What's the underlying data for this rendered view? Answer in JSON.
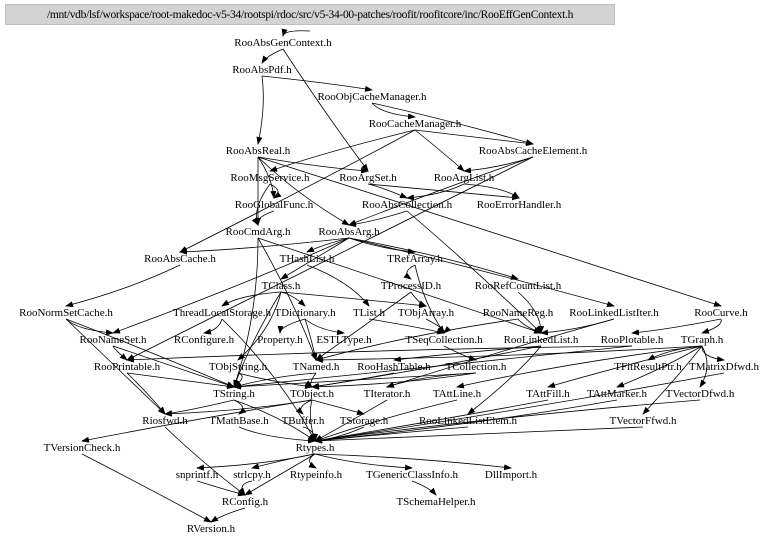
{
  "graph": {
    "root": "/mnt/vdb/lsf/workspace/root-makedoc-v5-34/rootspi/rdoc/src/v5-34-00-patches/roofit/roofitcore/inc/RooEffGenContext.h",
    "nodes": [
      "RooAbsGenContext.h",
      "RooAbsPdf.h",
      "RooObjCacheManager.h",
      "RooCacheManager.h",
      "RooAbsReal.h",
      "RooAbsCacheElement.h",
      "RooMsgService.h",
      "RooArgSet.h",
      "RooArgList.h",
      "RooGlobalFunc.h",
      "RooAbsCollection.h",
      "RooErrorHandler.h",
      "RooCmdArg.h",
      "RooAbsArg.h",
      "RooAbsCache.h",
      "THashList.h",
      "TRefArray.h",
      "TClass.h",
      "TProcessID.h",
      "RooRefCountList.h",
      "RooNormSetCache.h",
      "ThreadLocalStorage.h",
      "TDictionary.h",
      "TList.h",
      "TObjArray.h",
      "RooNameReg.h",
      "RooLinkedListIter.h",
      "RooCurve.h",
      "RooNameSet.h",
      "RConfigure.h",
      "Property.h",
      "ESTLType.h",
      "TSeqCollection.h",
      "RooLinkedList.h",
      "RooPlotable.h",
      "TGraph.h",
      "RooPrintable.h",
      "TObjString.h",
      "TNamed.h",
      "RooHashTable.h",
      "TCollection.h",
      "TFitResultPtr.h",
      "TMatrixDfwd.h",
      "TString.h",
      "TObject.h",
      "TIterator.h",
      "TAttLine.h",
      "TAttFill.h",
      "TAttMarker.h",
      "TVectorDfwd.h",
      "Riosfwd.h",
      "TMathBase.h",
      "TBuffer.h",
      "TStorage.h",
      "RooLinkedListElem.h",
      "TVectorFfwd.h",
      "TVersionCheck.h",
      "Rtypes.h",
      "snprintf.h",
      "strlcpy.h",
      "Rtypeinfo.h",
      "TGenericClassInfo.h",
      "DllImport.h",
      "RConfig.h",
      "TSchemaHelper.h",
      "RVersion.h"
    ],
    "edges": [
      [
        "ROOT",
        "RooAbsGenContext.h"
      ],
      [
        "RooAbsGenContext.h",
        "RooAbsPdf.h"
      ],
      [
        "RooAbsGenContext.h",
        "RooArgSet.h"
      ],
      [
        "RooAbsPdf.h",
        "RooAbsReal.h"
      ],
      [
        "RooAbsPdf.h",
        "RooObjCacheManager.h"
      ],
      [
        "RooObjCacheManager.h",
        "RooCacheManager.h"
      ],
      [
        "RooObjCacheManager.h",
        "RooAbsCacheElement.h"
      ],
      [
        "RooCacheManager.h",
        "RooAbsCacheElement.h"
      ],
      [
        "RooCacheManager.h",
        "RooArgList.h"
      ],
      [
        "RooCacheManager.h",
        "RooAbsCache.h"
      ],
      [
        "RooCacheManager.h",
        "RooMsgService.h"
      ],
      [
        "RooAbsReal.h",
        "RooAbsArg.h"
      ],
      [
        "RooAbsReal.h",
        "RooCmdArg.h"
      ],
      [
        "RooAbsReal.h",
        "RooGlobalFunc.h"
      ],
      [
        "RooAbsReal.h",
        "RooArgSet.h"
      ],
      [
        "RooAbsReal.h",
        "RooCurve.h"
      ],
      [
        "RooAbsCacheElement.h",
        "RooAbsArg.h"
      ],
      [
        "RooAbsCacheElement.h",
        "RooArgList.h"
      ],
      [
        "RooAbsCacheElement.h",
        "RooPrintable.h"
      ],
      [
        "RooMsgService.h",
        "RooGlobalFunc.h"
      ],
      [
        "RooMsgService.h",
        "RooCmdArg.h"
      ],
      [
        "RooArgSet.h",
        "RooAbsCollection.h"
      ],
      [
        "RooArgSet.h",
        "RooErrorHandler.h"
      ],
      [
        "RooArgList.h",
        "RooAbsCollection.h"
      ],
      [
        "RooArgList.h",
        "RooErrorHandler.h"
      ],
      [
        "RooGlobalFunc.h",
        "RooCmdArg.h"
      ],
      [
        "RooAbsCollection.h",
        "RooAbsArg.h"
      ],
      [
        "RooAbsCollection.h",
        "RooLinkedList.h"
      ],
      [
        "RooCmdArg.h",
        "TNamed.h"
      ],
      [
        "RooCmdArg.h",
        "TString.h"
      ],
      [
        "RooCmdArg.h",
        "RooLinkedList.h"
      ],
      [
        "RooAbsArg.h",
        "THashList.h"
      ],
      [
        "RooAbsArg.h",
        "TRefArray.h"
      ],
      [
        "RooAbsArg.h",
        "RooRefCountList.h"
      ],
      [
        "RooAbsArg.h",
        "RooNameSet.h"
      ],
      [
        "RooAbsArg.h",
        "RooAbsCache.h"
      ],
      [
        "RooAbsArg.h",
        "RooLinkedListIter.h"
      ],
      [
        "RooAbsArg.h",
        "TClass.h"
      ],
      [
        "RooAbsCache.h",
        "RooNormSetCache.h"
      ],
      [
        "THashList.h",
        "TList.h"
      ],
      [
        "TRefArray.h",
        "TProcessID.h"
      ],
      [
        "TRefArray.h",
        "TSeqCollection.h"
      ],
      [
        "TClass.h",
        "TDictionary.h"
      ],
      [
        "TClass.h",
        "TObjArray.h"
      ],
      [
        "TClass.h",
        "TObjString.h"
      ],
      [
        "TClass.h",
        "ThreadLocalStorage.h"
      ],
      [
        "TClass.h",
        "TString.h"
      ],
      [
        "TProcessID.h",
        "TObjArray.h"
      ],
      [
        "TProcessID.h",
        "TNamed.h"
      ],
      [
        "RooRefCountList.h",
        "RooLinkedList.h"
      ],
      [
        "RooNormSetCache.h",
        "RooNameSet.h"
      ],
      [
        "RooNormSetCache.h",
        "TString.h"
      ],
      [
        "RooNormSetCache.h",
        "Riosfwd.h"
      ],
      [
        "ThreadLocalStorage.h",
        "RConfigure.h"
      ],
      [
        "ThreadLocalStorage.h",
        "Rtypes.h"
      ],
      [
        "TDictionary.h",
        "Property.h"
      ],
      [
        "TDictionary.h",
        "ESTLType.h"
      ],
      [
        "TDictionary.h",
        "TNamed.h"
      ],
      [
        "TList.h",
        "TSeqCollection.h"
      ],
      [
        "TObjArray.h",
        "TSeqCollection.h"
      ],
      [
        "RooNameReg.h",
        "TNamed.h"
      ],
      [
        "RooNameReg.h",
        "RooLinkedList.h"
      ],
      [
        "RooLinkedListIter.h",
        "RooLinkedList.h"
      ],
      [
        "RooLinkedListIter.h",
        "TIterator.h"
      ],
      [
        "RooCurve.h",
        "TGraph.h"
      ],
      [
        "RooCurve.h",
        "RooPlotable.h"
      ],
      [
        "RooNameSet.h",
        "RooPrintable.h"
      ],
      [
        "RooNameSet.h",
        "TString.h"
      ],
      [
        "TSeqCollection.h",
        "TCollection.h"
      ],
      [
        "RooLinkedList.h",
        "RooLinkedListElem.h"
      ],
      [
        "RooLinkedList.h",
        "RooHashTable.h"
      ],
      [
        "RooLinkedList.h",
        "TObject.h"
      ],
      [
        "RooPlotable.h",
        "RooPrintable.h"
      ],
      [
        "RooPlotable.h",
        "TString.h"
      ],
      [
        "TGraph.h",
        "TNamed.h"
      ],
      [
        "TGraph.h",
        "TAttLine.h"
      ],
      [
        "TGraph.h",
        "TAttFill.h"
      ],
      [
        "TGraph.h",
        "TAttMarker.h"
      ],
      [
        "TGraph.h",
        "TVectorFfwd.h"
      ],
      [
        "TGraph.h",
        "TVectorDfwd.h"
      ],
      [
        "TGraph.h",
        "TMatrixDfwd.h"
      ],
      [
        "TGraph.h",
        "TFitResultPtr.h"
      ],
      [
        "RooPrintable.h",
        "TString.h"
      ],
      [
        "RooPrintable.h",
        "Riosfwd.h"
      ],
      [
        "TObjString.h",
        "TString.h"
      ],
      [
        "TObjString.h",
        "TObject.h"
      ],
      [
        "TNamed.h",
        "TObject.h"
      ],
      [
        "TNamed.h",
        "TString.h"
      ],
      [
        "RooHashTable.h",
        "TObject.h"
      ],
      [
        "TCollection.h",
        "TObject.h"
      ],
      [
        "TCollection.h",
        "TIterator.h"
      ],
      [
        "TCollection.h",
        "TString.h"
      ],
      [
        "TMatrixDfwd.h",
        "Rtypes.h"
      ],
      [
        "TString.h",
        "Rtypes.h"
      ],
      [
        "TString.h",
        "TMathBase.h"
      ],
      [
        "TString.h",
        "Riosfwd.h"
      ],
      [
        "TObject.h",
        "Rtypes.h"
      ],
      [
        "TObject.h",
        "TStorage.h"
      ],
      [
        "TObject.h",
        "Riosfwd.h"
      ],
      [
        "TObject.h",
        "TVersionCheck.h"
      ],
      [
        "TObject.h",
        "TBuffer.h"
      ],
      [
        "TIterator.h",
        "Rtypes.h"
      ],
      [
        "TAttLine.h",
        "Rtypes.h"
      ],
      [
        "TAttFill.h",
        "Rtypes.h"
      ],
      [
        "TAttMarker.h",
        "Rtypes.h"
      ],
      [
        "TVectorDfwd.h",
        "Rtypes.h"
      ],
      [
        "RooLinkedListElem.h",
        "Rtypes.h"
      ],
      [
        "TStorage.h",
        "Rtypes.h"
      ],
      [
        "TBuffer.h",
        "Rtypes.h"
      ],
      [
        "TVectorFfwd.h",
        "Rtypes.h"
      ],
      [
        "TMathBase.h",
        "Rtypes.h"
      ],
      [
        "TVersionCheck.h",
        "RVersion.h"
      ],
      [
        "Rtypes.h",
        "RConfig.h"
      ],
      [
        "Rtypes.h",
        "snprintf.h"
      ],
      [
        "Rtypes.h",
        "strlcpy.h"
      ],
      [
        "Rtypes.h",
        "Rtypeinfo.h"
      ],
      [
        "Rtypes.h",
        "TGenericClassInfo.h"
      ],
      [
        "Rtypes.h",
        "DllImport.h"
      ],
      [
        "TGenericClassInfo.h",
        "TSchemaHelper.h"
      ],
      [
        "snprintf.h",
        "RConfig.h"
      ],
      [
        "strlcpy.h",
        "RConfig.h"
      ],
      [
        "RConfig.h",
        "RVersion.h"
      ],
      [
        "Riosfwd.h",
        "RConfig.h"
      ]
    ]
  },
  "colors": {
    "root_fill": "#d3d3d3",
    "edge": "#000000"
  }
}
